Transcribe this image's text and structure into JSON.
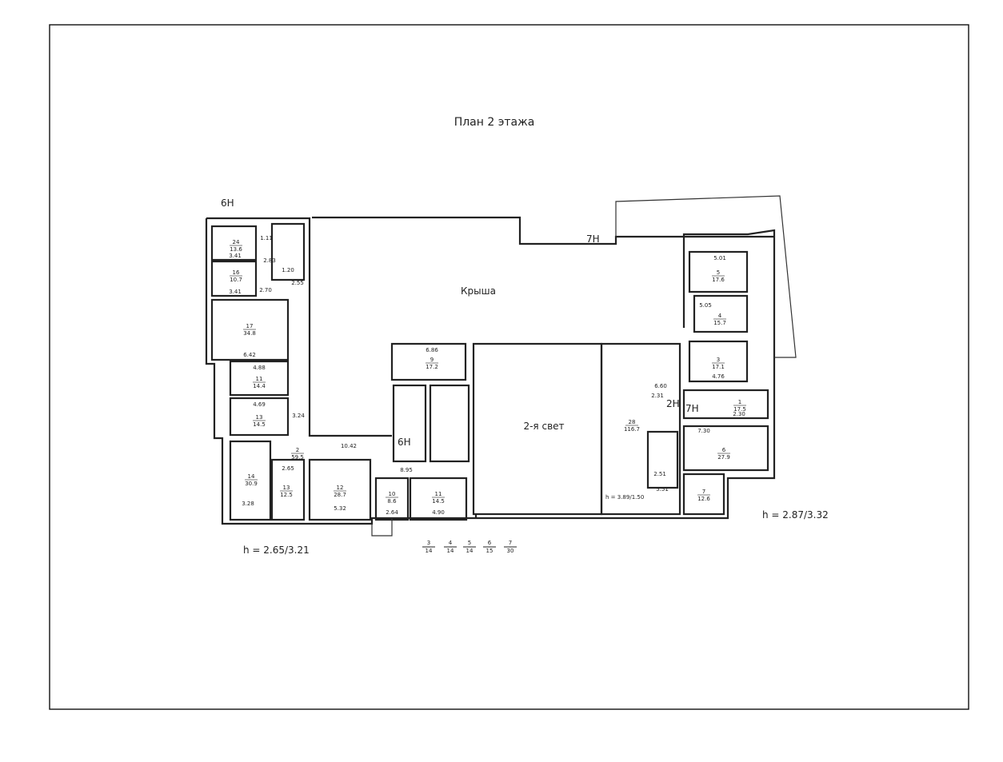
{
  "title": "План 2 этажа",
  "roof_label": "Крыша",
  "double_height_label": "2-я свет",
  "heights": {
    "left": "h = 2.65/3.21",
    "center": "h = 3.89/1.50",
    "right": "h = 2.87/3.32"
  },
  "stairs": [
    "6Н",
    "7Н",
    "2Н",
    "7Н",
    "6Н"
  ],
  "legend_fractions": [
    {
      "num": "3",
      "den": "14"
    },
    {
      "num": "4",
      "den": "14"
    },
    {
      "num": "5",
      "den": "14"
    },
    {
      "num": "6",
      "den": "15"
    },
    {
      "num": "7",
      "den": "30"
    }
  ],
  "rooms": [
    {
      "num": "24",
      "area": "13.6"
    },
    {
      "num": "16",
      "area": "10.7"
    },
    {
      "num": "17",
      "area": "34.8"
    },
    {
      "num": "11",
      "area": "14.4"
    },
    {
      "num": "13",
      "area": "14.5"
    },
    {
      "num": "14",
      "area": "30.9"
    },
    {
      "num": "13",
      "area": "12.5"
    },
    {
      "num": "12",
      "area": "28.7"
    },
    {
      "num": "10",
      "area": "8.6"
    },
    {
      "num": "11",
      "area": "14.5"
    },
    {
      "num": "9",
      "area": "17.2"
    },
    {
      "num": "2",
      "area": "59.5"
    },
    {
      "num": "5",
      "area": "17.6"
    },
    {
      "num": "4",
      "area": "15.7"
    },
    {
      "num": "3",
      "area": "17.1"
    },
    {
      "num": "1",
      "area": "17.5"
    },
    {
      "num": "6",
      "area": "27.9"
    },
    {
      "num": "7",
      "area": "12.6"
    },
    {
      "num": "28",
      "area": "116.7"
    }
  ],
  "dimensions": [
    "3.41",
    "3.41",
    "6.42",
    "4.88",
    "4.69",
    "10.42",
    "2.65",
    "5.32",
    "2.64",
    "4.90",
    "3.28",
    "6.86",
    "8.95",
    "5.01",
    "5.05",
    "4.76",
    "7.30",
    "5.51",
    "2.51",
    "6.60",
    "2.31",
    "2.30",
    "3.24",
    "1.20",
    "2.55",
    "2.70",
    "2.83",
    "1.11"
  ]
}
